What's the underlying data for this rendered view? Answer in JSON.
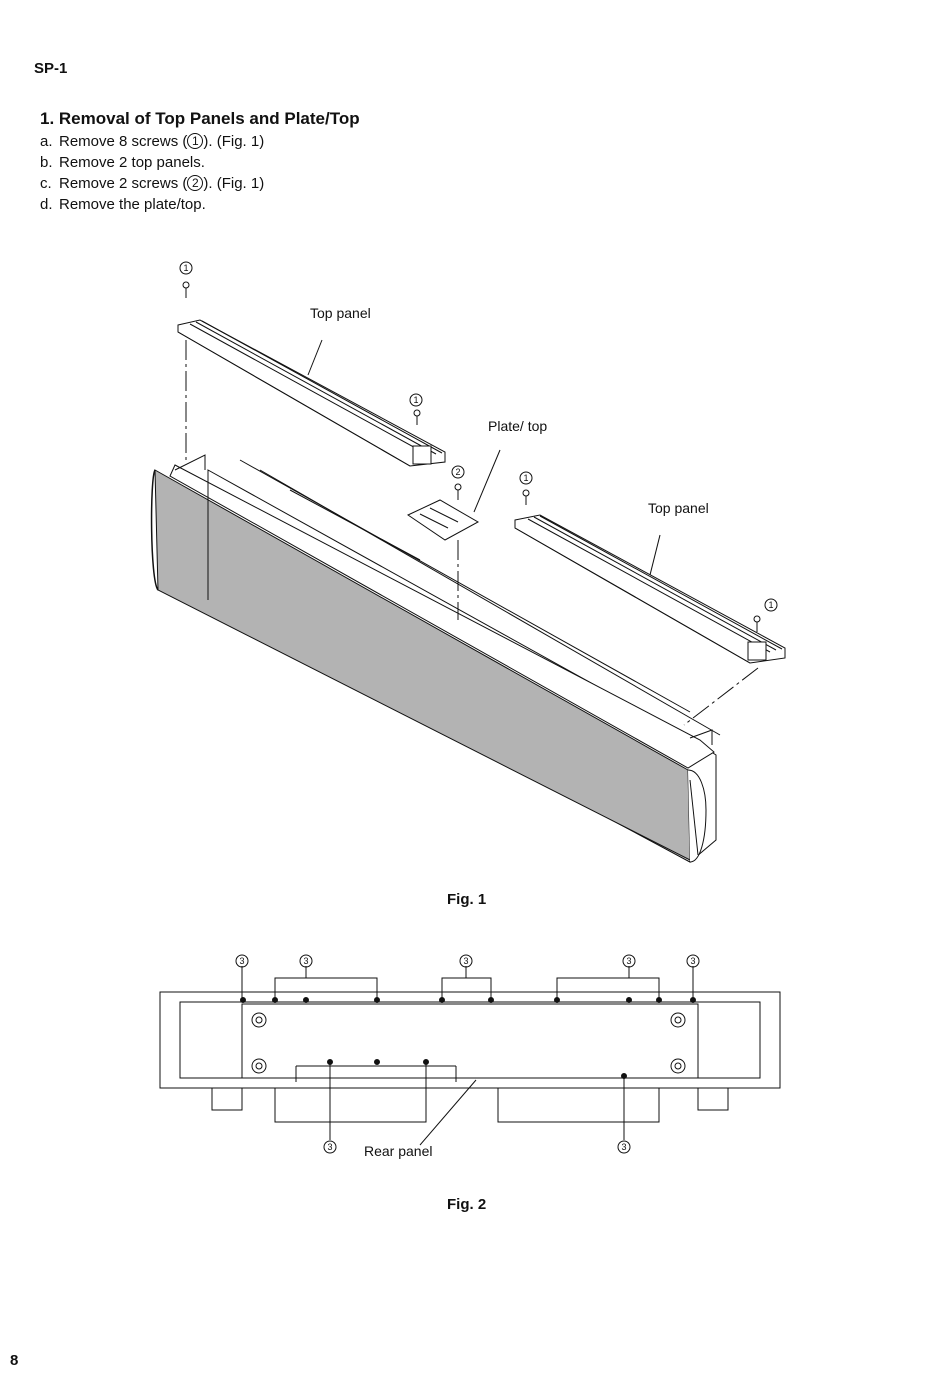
{
  "header": {
    "model": "SP-1"
  },
  "section": {
    "title": "1. Removal of Top Panels and Plate/Top",
    "steps": [
      {
        "letter": "a.",
        "before": "Remove 8 screws (",
        "circled": "1",
        "after": "). (Fig. 1)"
      },
      {
        "letter": "b.",
        "before": "Remove 2 top panels.",
        "circled": "",
        "after": ""
      },
      {
        "letter": "c.",
        "before": "Remove 2 screws (",
        "circled": "2",
        "after": "). (Fig. 1)"
      },
      {
        "letter": "d.",
        "before": "Remove the plate/top.",
        "circled": "",
        "after": ""
      }
    ]
  },
  "fig1": {
    "caption": "Fig. 1",
    "labels": {
      "top_panel_left": "Top panel",
      "plate_top": "Plate/ top",
      "top_panel_right": "Top panel"
    },
    "callouts": {
      "screw1": "1",
      "screw2": "2"
    }
  },
  "fig2": {
    "caption": "Fig. 2",
    "labels": {
      "rear_panel": "Rear panel"
    },
    "callouts": {
      "screw3": "3"
    }
  },
  "footer": {
    "page_number": "8"
  }
}
